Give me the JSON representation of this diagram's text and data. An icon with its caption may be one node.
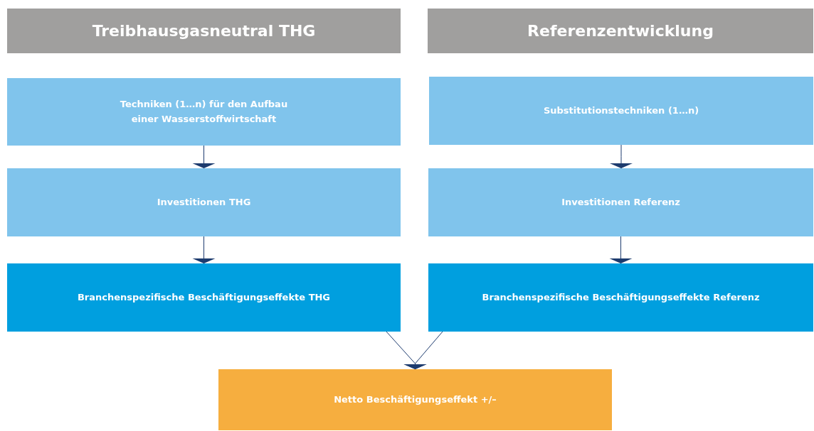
{
  "diagram": {
    "nodes": [
      {
        "text": [
          "Treibhausgasneutral THG"
        ]
      },
      {
        "text": [
          "Referenzentwicklung"
        ]
      },
      {
        "text": [
          "Techniken (1…n) für den Aufbau einer Wasserstoffwirtschaft"
        ]
      },
      {
        "text": [
          "Substitutionstechniken (1…n)"
        ]
      },
      {
        "text": [
          "Investitionen THG"
        ]
      },
      {
        "text": [
          "Investitionen Referenz"
        ]
      },
      {
        "text": [
          "Branchenspezifische Beschäftigungseffekte THG"
        ]
      },
      {
        "text": [
          "Branchenspezifische Beschäftigungseffekte Referenz"
        ]
      },
      {
        "text": [
          "Netto Beschäftigungseffekt +/–"
        ]
      }
    ],
    "edges": [
      {
        "from": 2,
        "to": 4,
        "arrow": "to"
      },
      {
        "from": 4,
        "to": 6,
        "arrow": "to"
      },
      {
        "from": 3,
        "to": 5,
        "arrow": "to"
      },
      {
        "from": 5,
        "to": 7,
        "arrow": "to"
      },
      {
        "from": 6,
        "to": 8,
        "arrow": "to"
      },
      {
        "from": 7,
        "to": 8,
        "arrow": "to"
      }
    ]
  }
}
